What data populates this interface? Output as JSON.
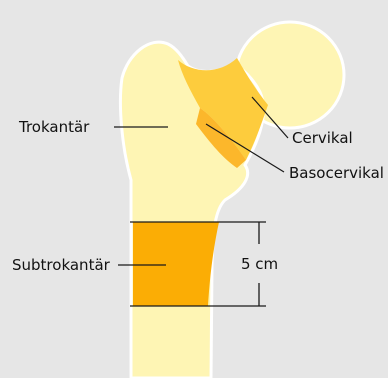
{
  "title": "",
  "labels": {
    "trokantar": "Trokantär",
    "cervikal": "Cervikal",
    "basocervikal": "Basocervikal",
    "subtrokantar": "Subtrokantär",
    "measure": "5 cm"
  },
  "colors": {
    "background": "#e6e6e6",
    "bone": "#fef5b4",
    "bone_outline": "#ffffff",
    "cervical_region": "#fdcc3d",
    "basocervical_region": "#fcb72b",
    "subtrochanteric_region": "#fbad05",
    "leader_lines": "#1a1a1a"
  }
}
